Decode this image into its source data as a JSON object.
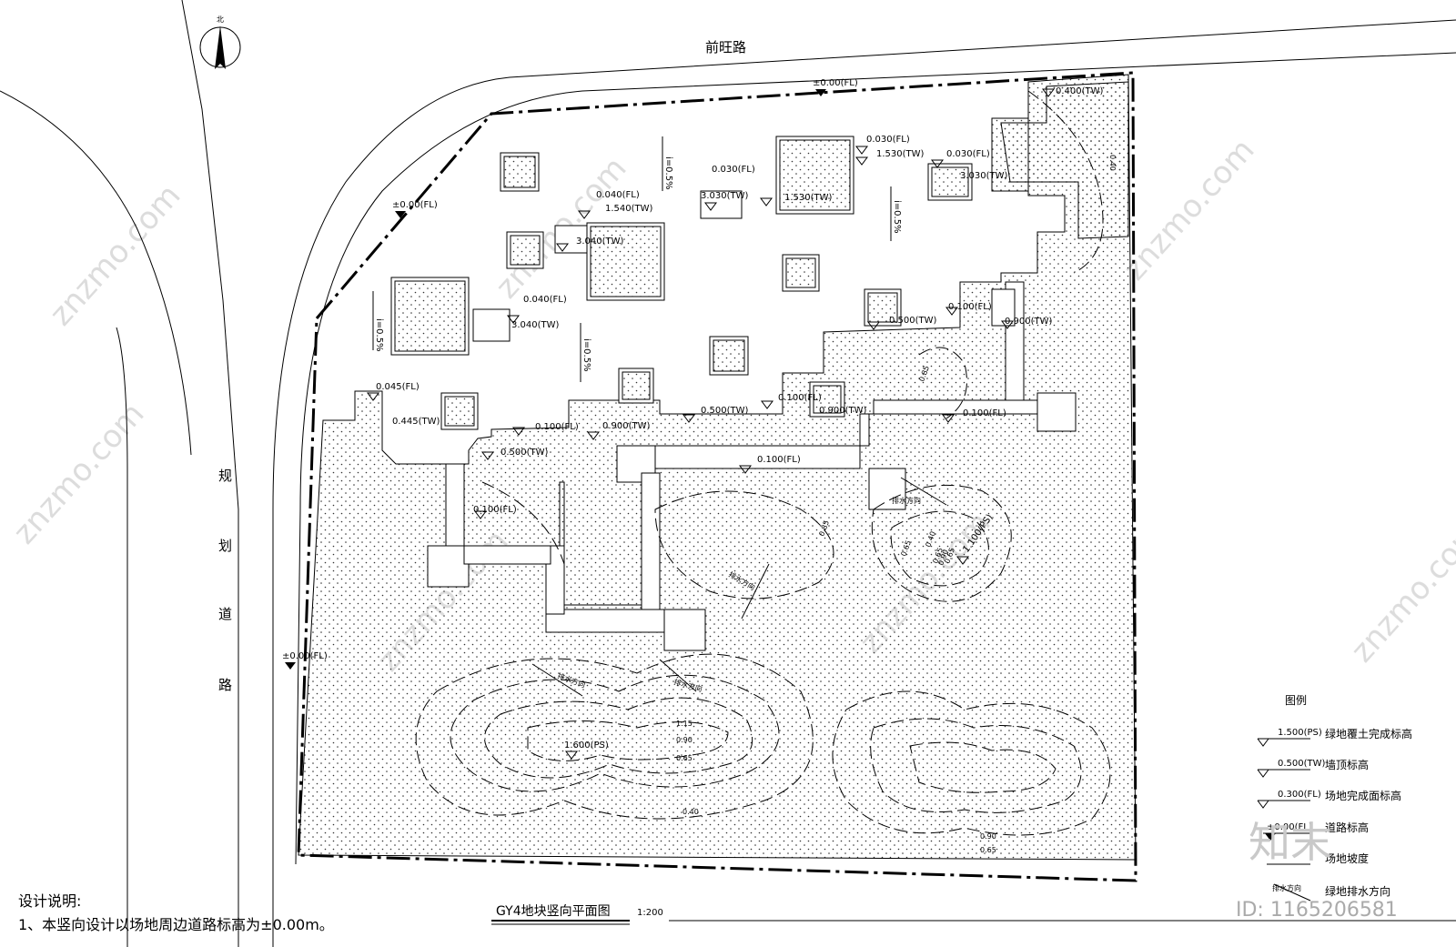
{
  "north_label": "北",
  "road_top": "前旺路",
  "road_left_chars": [
    "规",
    "划",
    "道",
    "路"
  ],
  "title": "GY4地块竖向平面图",
  "scale": "1:200",
  "notes": {
    "heading": "设计说明:",
    "line1": "1、本竖向设计以场地周边道路标高为±0.00m。"
  },
  "legend": {
    "heading": "图例",
    "items": [
      {
        "code": "1.500(PS)",
        "text": "绿地覆土完成标高"
      },
      {
        "code": "0.500(TW)",
        "text": "墙顶标高"
      },
      {
        "code": "0.300(FL)",
        "text": "场地完成面标高"
      },
      {
        "code": "±0.00(FL)",
        "text": "道路标高"
      },
      {
        "code": "",
        "text": "场地坡度"
      },
      {
        "code": "排水方向",
        "text": "绿地排水方向"
      }
    ]
  },
  "elevations": {
    "e01": "±0.00(FL)",
    "e02": "±0.00(FL)",
    "e03": "±0.00(FL)",
    "e04": "0.400(TW)",
    "e05": "0.030(FL)",
    "e06": "1.530(TW)",
    "e07": "0.030(FL)",
    "e08": "3.030(TW)",
    "e09": "0.030(FL)",
    "e10": "3.030(TW)",
    "e11": "1.530(TW)",
    "e12": "0.040(FL)",
    "e13": "1.540(TW)",
    "e14": "3.040(TW)",
    "e15": "0.040(FL)",
    "e16": "3.040(TW)",
    "e17": "0.100(FL)",
    "e18": "0.500(TW)",
    "e19": "0.900(TW)",
    "e20": "0.045(FL)",
    "e21": "0.445(TW)",
    "e22": "0.100(FL)",
    "e23": "0.900(TW)",
    "e24": "0.500(TW)",
    "e25": "0.100(FL)",
    "e26": "0.900(TW)",
    "e27": "0.100(FL)",
    "e28": "0.500(TW)",
    "e29": "0.100(FL)",
    "e30": "0.100(FL)",
    "e31": "1.100(PS)",
    "e32": "1.600(PS)"
  },
  "slopes": {
    "s1": "i=0.5%",
    "s2": "i=0.5%",
    "s3": "i=0.5%",
    "s4": "i=0.5%"
  },
  "contours": {
    "c1": "0.85",
    "c2": "0.65",
    "c3": "0.65",
    "c4": "0.40",
    "c5": "0.65",
    "c6": "0.90",
    "c7": "1.15",
    "c8": "0.90",
    "c9": "0.65",
    "c10": "0.40",
    "c11": "0.90",
    "c12": "0.65",
    "c13": "0.40",
    "c14": "0.85"
  },
  "drain": {
    "d1": "排水方向",
    "d2": "排水方向",
    "d3": "排水方向",
    "d4": "排水方向"
  },
  "watermark": "znzmo.com",
  "credit_logo": "知末",
  "credit_id": "ID: 1165206581"
}
